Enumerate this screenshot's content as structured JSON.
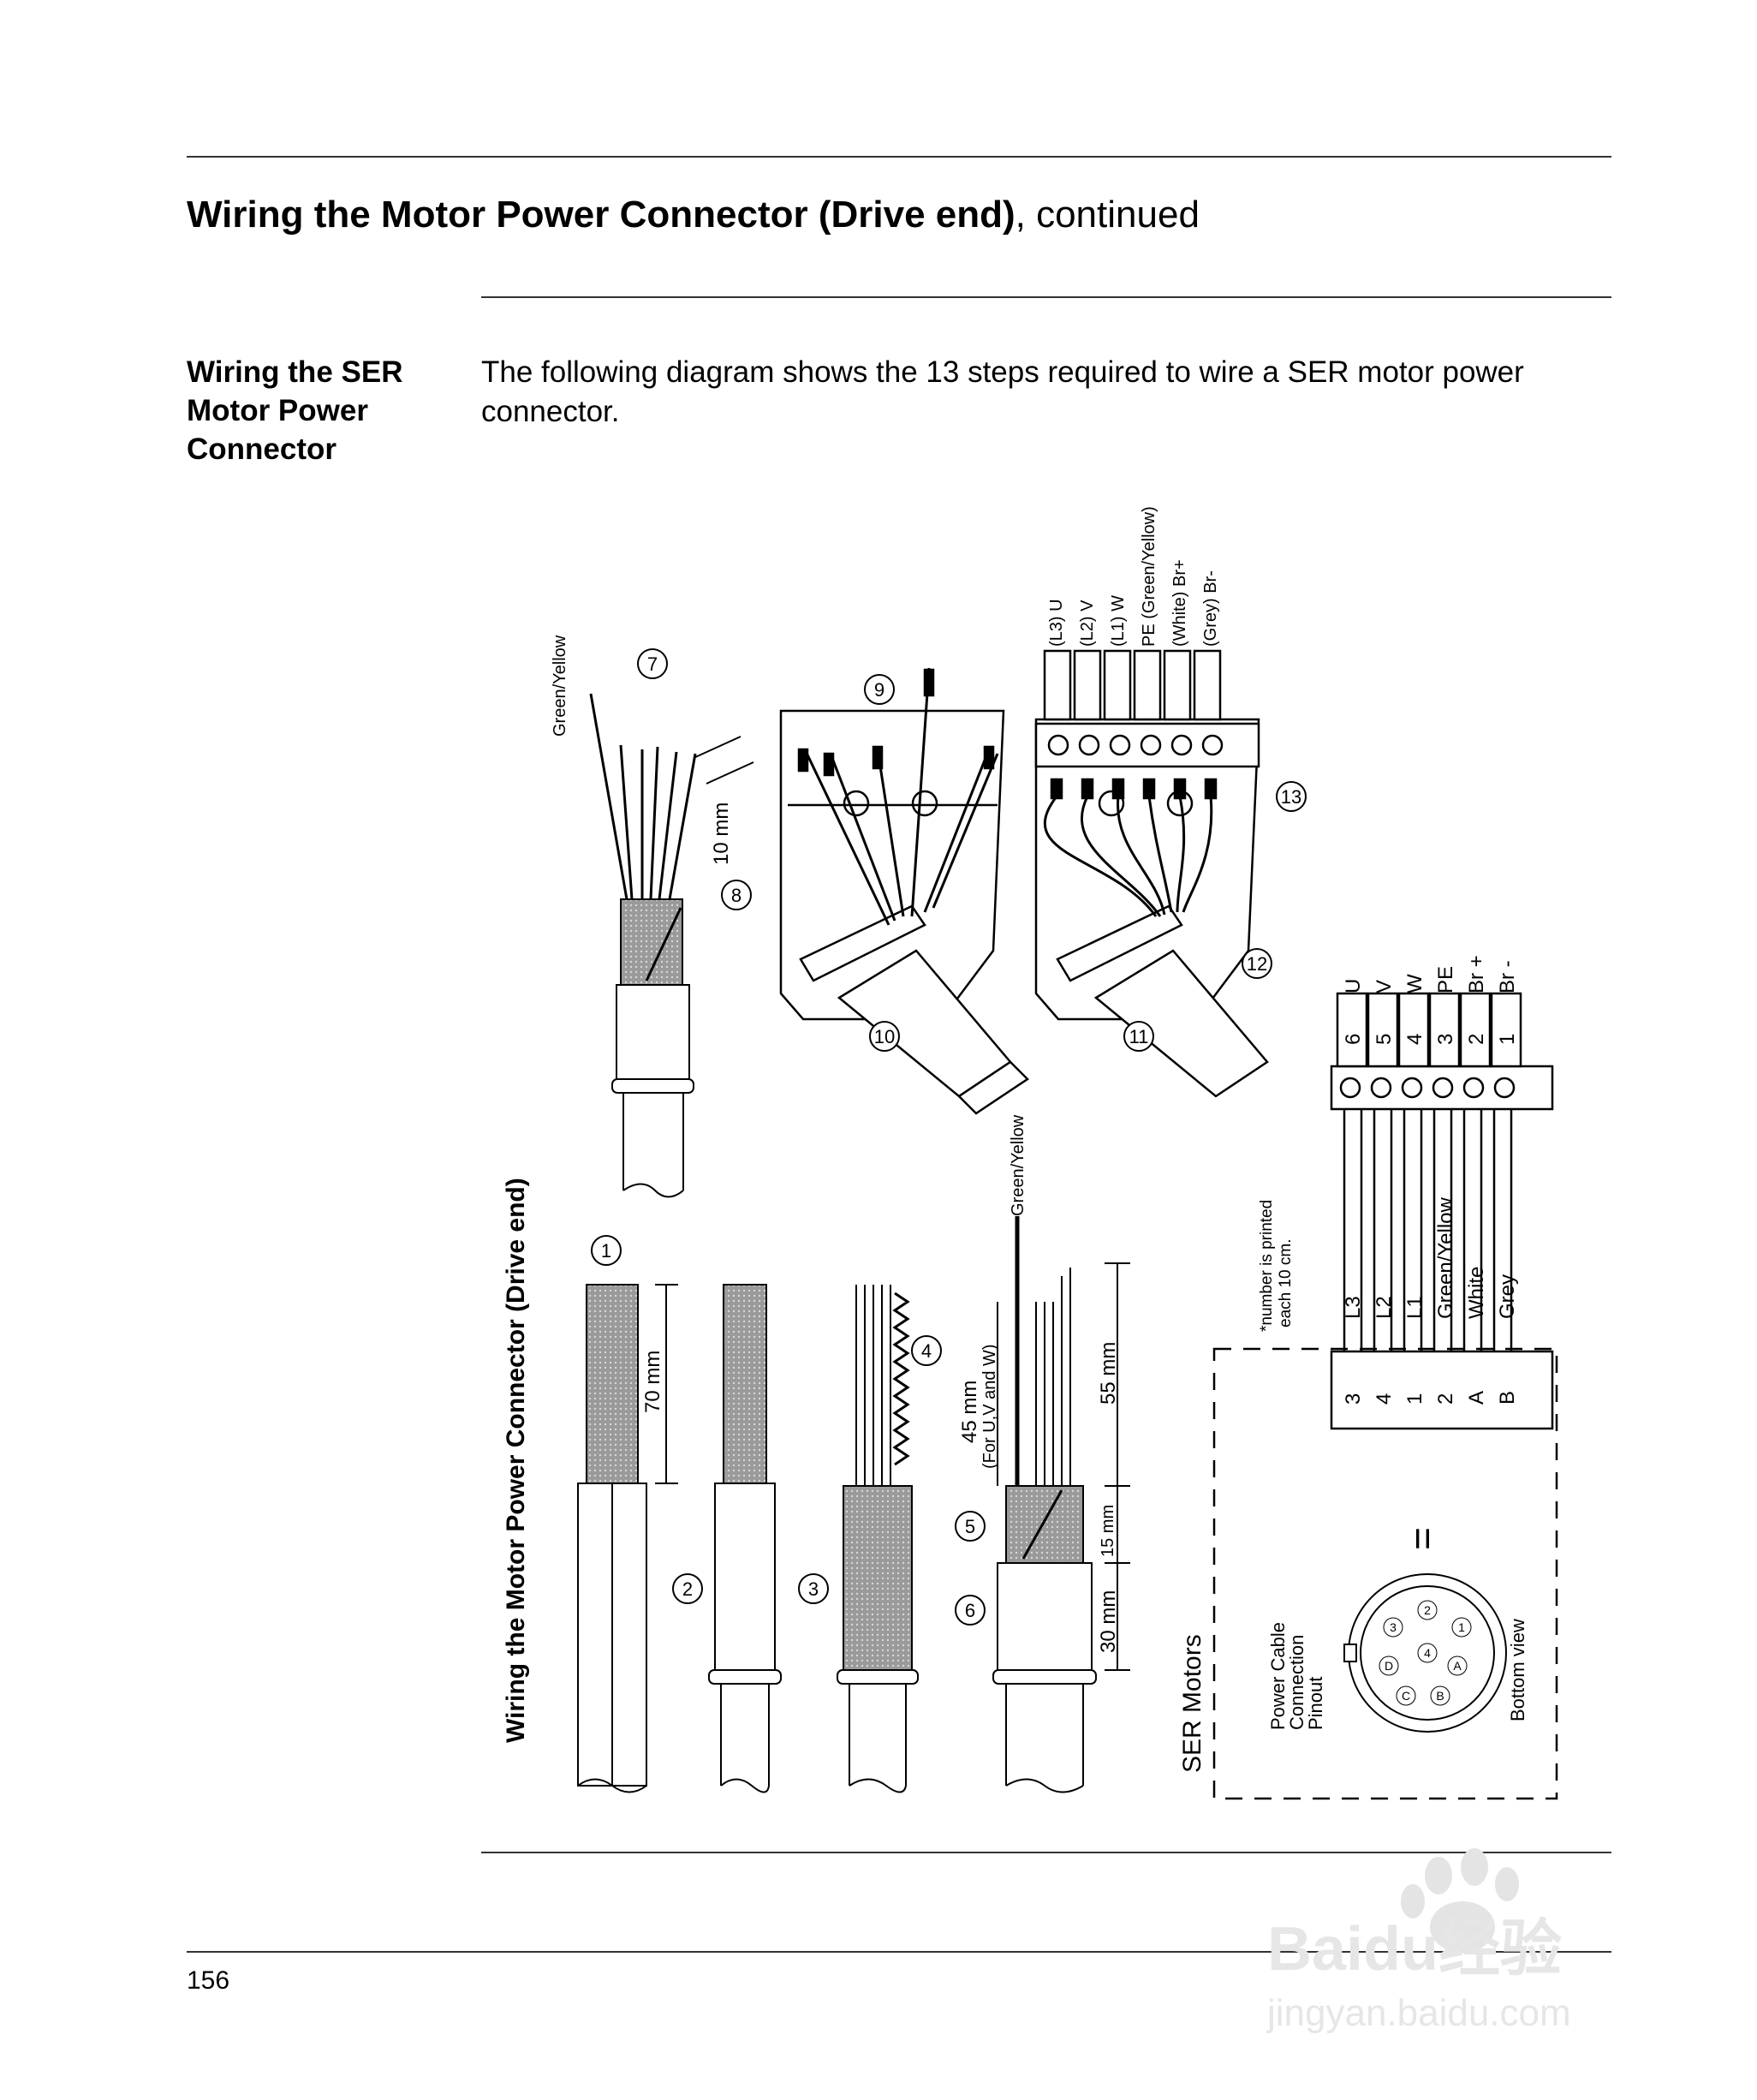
{
  "page": {
    "heading_bold": "Wiring the Motor Power Connector (Drive end)",
    "heading_rest": ", continued",
    "side_heading": "Wiring the SER Motor Power Connector",
    "intro": "The following diagram shows the 13 steps required to wire a SER motor power connector.",
    "page_number": "156"
  },
  "diagram": {
    "rotated_title": "Wiring the Motor Power Connector (Drive end)",
    "steps": [
      "1",
      "2",
      "3",
      "4",
      "5",
      "6",
      "7",
      "8",
      "9",
      "10",
      "11",
      "12",
      "13"
    ],
    "dims": {
      "d70": "70 mm",
      "d45": "45 mm",
      "d45_note": "(For U,V and W)",
      "d55": "55 mm",
      "d15": "15 mm",
      "d30": "30 mm",
      "d10": "10 mm"
    },
    "green_yellow": "Green/Yellow",
    "top_terminal_labels": [
      "(L3) U",
      "(L2) V",
      "(L1) W",
      "PE (Green/Yellow)",
      "(White) Br+",
      "(Grey) Br-"
    ],
    "right_terminal": {
      "signals": [
        "U",
        "V",
        "W",
        "PE",
        "Br +",
        "Br -"
      ],
      "numbers": [
        "6",
        "5",
        "4",
        "3",
        "2",
        "1"
      ],
      "wires": [
        "L3",
        "L2",
        "L1",
        "Green/Yellow",
        "White",
        "Grey"
      ],
      "pins": [
        "3",
        "4",
        "1",
        "2",
        "A",
        "B"
      ]
    },
    "note": [
      "*number is printed",
      "each 10 cm."
    ],
    "motors_label": "SER Motors",
    "equals": "=",
    "pinout_label": [
      "Power Cable",
      "Connection",
      "Pinout"
    ],
    "bottom_view": "Bottom view",
    "pinout_pins": [
      "1",
      "2",
      "3",
      "4",
      "A",
      "B",
      "C",
      "D"
    ]
  },
  "watermark": {
    "brand": "Baidu经验",
    "url": "jingyan.baidu.com"
  }
}
